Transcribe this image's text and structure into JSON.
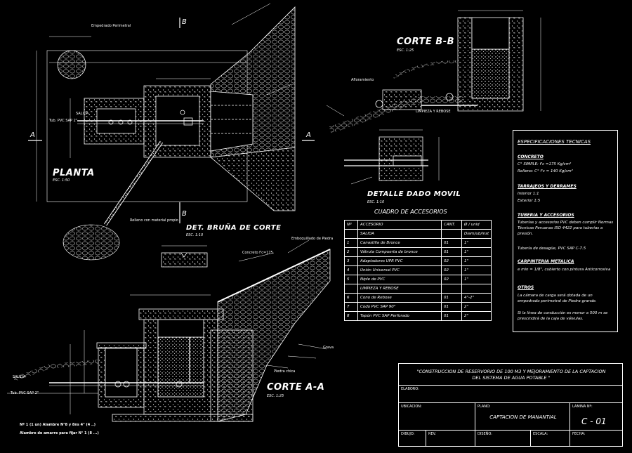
{
  "views": {
    "planta": {
      "title": "PLANTA",
      "scale": "ESC. 1:50"
    },
    "corte_bb": {
      "title": "CORTE B-B",
      "scale": "ESC. 1:25"
    },
    "corte_aa": {
      "title": "CORTE A-A",
      "scale": "ESC. 1:25"
    },
    "detalle_dado": {
      "title": "DETALLE DADO MOVIL",
      "scale": "ESC. 1:10"
    },
    "det_bruna": {
      "title": "DET. BRUÑA DE CORTE",
      "scale": "ESC. 1:10"
    }
  },
  "section_marks": {
    "a": "A",
    "b": "B"
  },
  "annotations": {
    "salida": "SALIDA",
    "tub_pvc": "Tub. PVC SAP 2\"",
    "limpieza": "LIMPIEZA Y REBOSE",
    "afloramiento": "Afloramiento",
    "concreto": "Concreto f'c=175",
    "emboquillado": "Emboquillado de Piedra",
    "relleno": "Relleno con material propio",
    "empedrado": "Empedrado Perimetral",
    "grava": "Grava",
    "piedra_chica": "Piedra chica"
  },
  "accesorios": {
    "title": "CUADRO DE ACCESORIOS",
    "headers": [
      "Nº",
      "ACCESORIO",
      "CANT.",
      "Ø / unid"
    ],
    "group_salida": "SALIDA",
    "group_salida_val": "Diam/ub/inst",
    "group_limpieza": "LIMPIEZA Y REBOSE",
    "rows_salida": [
      {
        "n": "1",
        "item": "Canastilla de Bronce",
        "cant": "01",
        "diam": "1\""
      },
      {
        "n": "2",
        "item": "Válvula Compuerta de bronce",
        "cant": "01",
        "diam": "1\""
      },
      {
        "n": "3",
        "item": "Adaptadores UPR PVC",
        "cant": "02",
        "diam": "1\""
      },
      {
        "n": "4",
        "item": "Unión Universal PVC",
        "cant": "02",
        "diam": "1\""
      },
      {
        "n": "5",
        "item": "Niple de PVC",
        "cant": "02",
        "diam": "1\""
      }
    ],
    "rows_limpieza": [
      {
        "n": "6",
        "item": "Cono de Rebose",
        "cant": "01",
        "diam": "4\"-2\""
      },
      {
        "n": "7",
        "item": "Codo PVC SAP 90°",
        "cant": "01",
        "diam": "2\""
      },
      {
        "n": "8",
        "item": "Tapón PVC SAP Perforado",
        "cant": "01",
        "diam": "2\""
      }
    ]
  },
  "especificaciones": {
    "title": "ESPECIFICACIONES TECNICAS",
    "concreto_h": "CONCRETO",
    "concreto_1": "C° SIMPLE: f'c =175 Kg/cm²",
    "concreto_2": "Relleno: C° f'c = 140 Kg/cm²",
    "tarrajeo_h": "TARRAJEOS Y DERRAMES",
    "tarrajeo_1": "Interior 1:1",
    "tarrajeo_2": "Exterior 1:5",
    "tuberia_h": "TUBERIA Y ACCESORIOS",
    "tuberia_1": "Tuberías y accesorios PVC deben cumplir Normas Técnicas Peruanas ISO 4422 para tuberías a presión.",
    "tuberia_2": "Tubería de desagüe, PVC SAP C-7.5",
    "carpinteria_h": "CARPINTERIA METALICA",
    "carpinteria_1": "e min = 1/8\", cubierto con pintura Anticorrosiva",
    "otros_h": "OTROS",
    "otros_1": "La cámara de carga será dotada de un empedrado perimetral de Piedra grande.",
    "otros_2": "Si la línea de conducción es menor a 500 m se prescindirá de la caja de válvulas."
  },
  "title_block": {
    "project": "\"CONSTRUCCION DE RESERVORIO DE 100 M3 Y MEJORAMIENTO DE LA CAPTACION DEL SISTEMA DE AGUA POTABLE \"",
    "elaborado_lbl": "ELABORO:",
    "ubicacion_lbl": "UBICACION:",
    "plano_lbl": "PLANO:",
    "lamina_lbl": "LAMINA Nº:",
    "plano_name": "CAPTACION DE MANANTIAL",
    "lamina": "C - 01",
    "dibujo_lbl": "DIBUJO:",
    "rev_lbl": "REV.",
    "diseno_lbl": "DISEÑO:",
    "escala_lbl": "ESCALA:",
    "fecha_lbl": "FECHA:"
  },
  "notes": {
    "n1": "Nº 1 (1 un) Alambre N°8 y 8ns 4\" (4 ..)",
    "n2": "Alambre de amarre para fijar N° 1 (8 ...)"
  }
}
